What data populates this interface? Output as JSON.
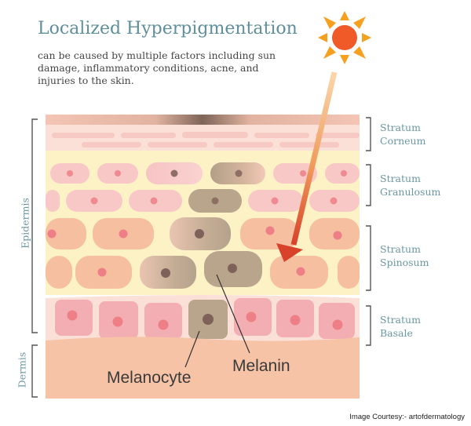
{
  "title": "Localized Hyperpigmentation",
  "subtitle": "can be caused by multiple factors including sun damage, inflammatory conditions, acne, and injuries to the skin.",
  "layers": [
    {
      "name": "Stratum",
      "sub": "Corneum"
    },
    {
      "name": "Stratum",
      "sub": "Granulosum"
    },
    {
      "name": "Stratum",
      "sub": "Spinosum"
    },
    {
      "name": "Stratum",
      "sub": "Basale"
    }
  ],
  "regions": {
    "epidermis": "Epidermis",
    "dermis": "Dermis"
  },
  "callouts": {
    "melanocyte": "Melanocyte",
    "melanin": "Melanin"
  },
  "credit": "Image Courtesy:- artofdermatology",
  "colors": {
    "title": "#5f8f9a",
    "dermis": "#f6c3a6",
    "epidermis_bg": "#fdf1c6",
    "pink_cell": "#f8c8c7",
    "peach_cell": "#f6bfa0",
    "melanin_cell": "#b9a58c",
    "sun": "#f05a28",
    "arrow": "#d8412a"
  }
}
